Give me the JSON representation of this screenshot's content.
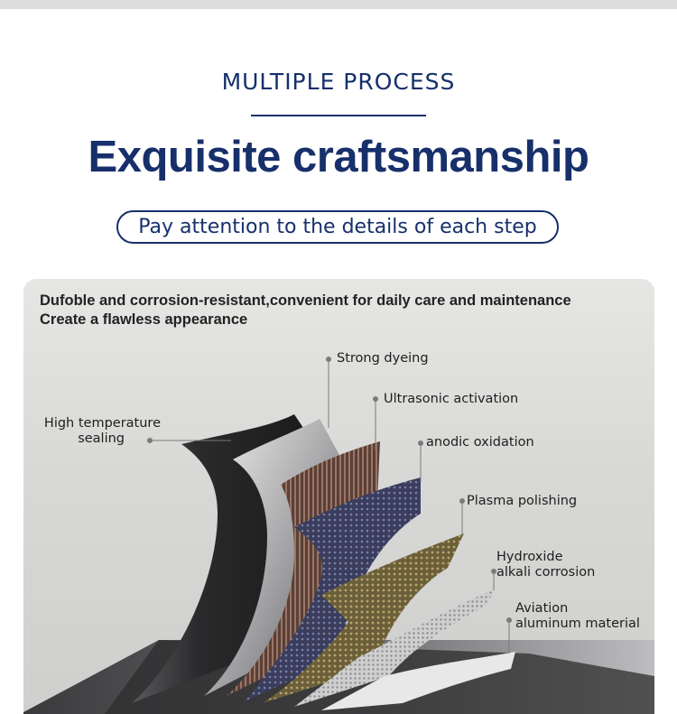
{
  "header": {
    "kicker": "MULTIPLE PROCESS",
    "headline": "Exquisite craftsmanship",
    "pill": "Pay attention to the details of each step"
  },
  "panel": {
    "line1": "Dufoble and corrosion-resistant,convenient for daily care and maintenance",
    "line2": "Create a flawless appearance",
    "layers": {
      "high_temp_1": "High temperature",
      "high_temp_2": "sealing",
      "strong_dyeing": "Strong dyeing",
      "ultrasonic": "Ultrasonic activation",
      "anodic": "anodic oxidation",
      "plasma": "Plasma polishing",
      "hydroxide_1": "Hydroxide",
      "hydroxide_2": "alkali corrosion",
      "aviation_1": "Aviation",
      "aviation_2": "aluminum material"
    }
  },
  "colors": {
    "brand_navy": "#17306b",
    "panel_bg": "#dcdcda",
    "label_text": "#1e1e1e"
  }
}
